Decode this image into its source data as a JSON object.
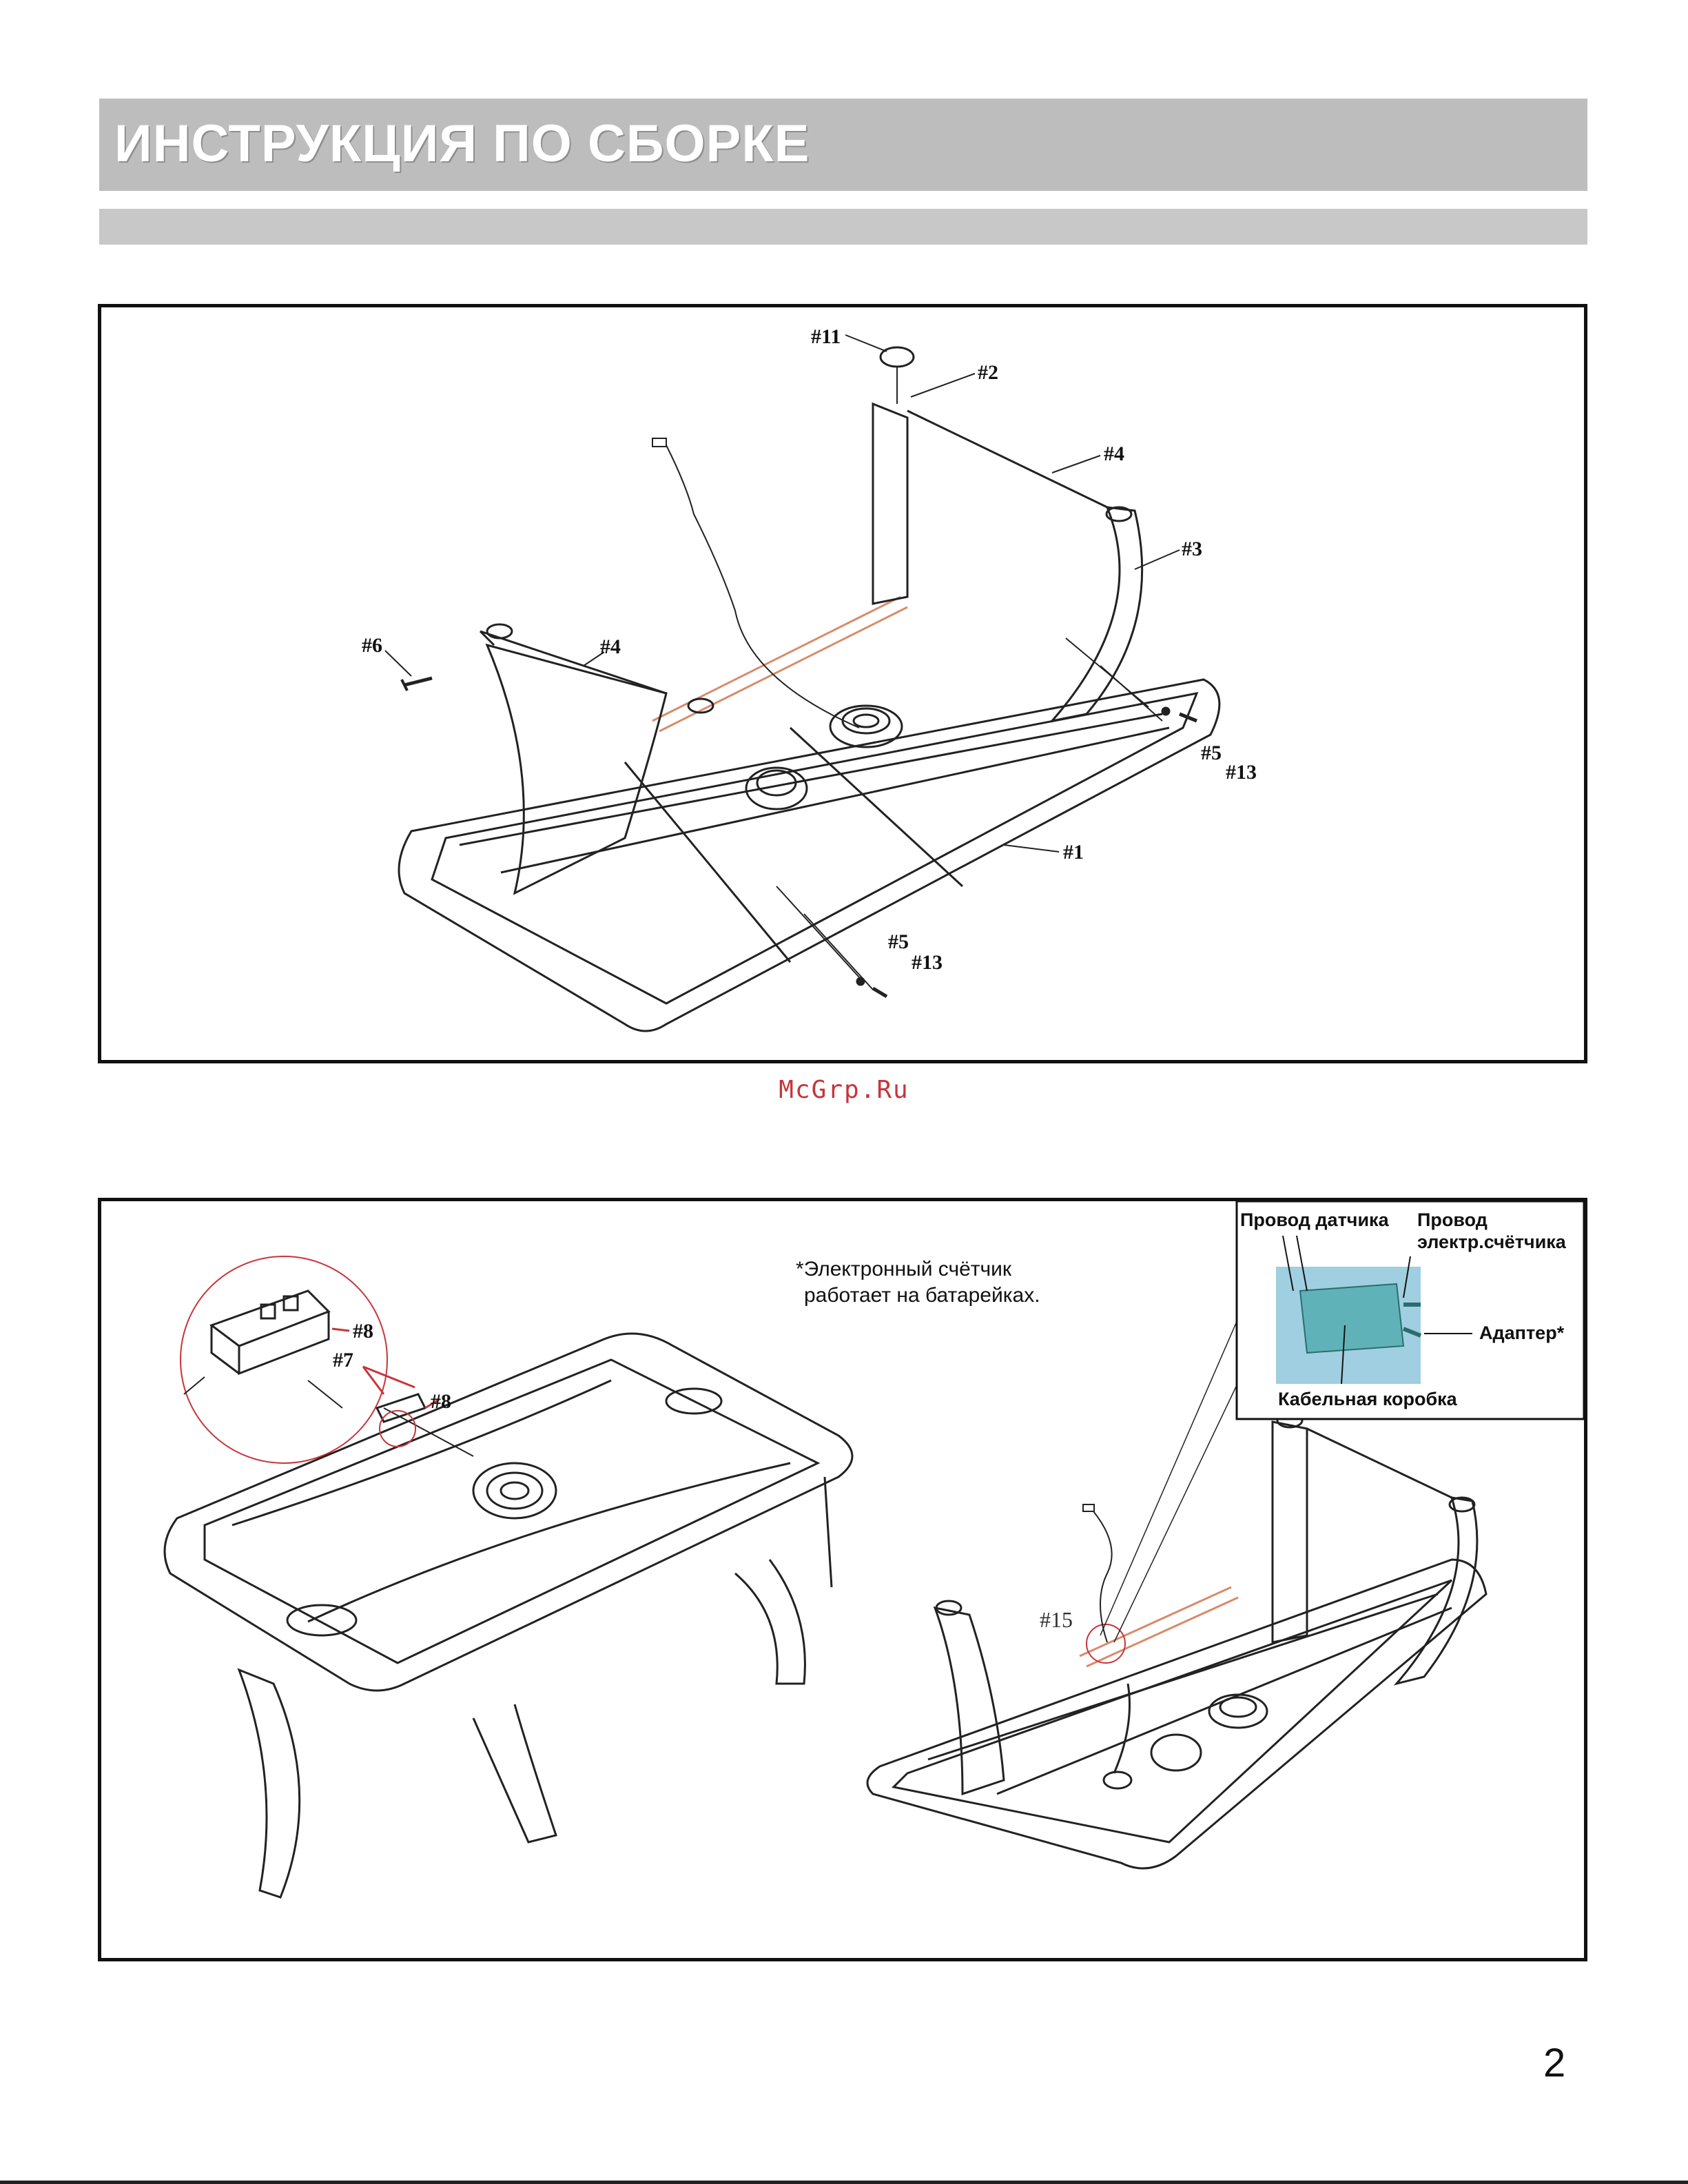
{
  "header": {
    "title": "ИНСТРУКЦИЯ ПО СБОРКЕ"
  },
  "figure1": {
    "labels": {
      "p11": "#11",
      "p2": "#2",
      "p4a": "#4",
      "p3": "#3",
      "p6": "#6",
      "p4b": "#4",
      "p5a": "#5",
      "p13a": "#13",
      "p1": "#1",
      "p5b": "#5",
      "p13b": "#13"
    }
  },
  "watermark": "McGrp.Ru",
  "figure2": {
    "note_line1": "*Электронный счётчик",
    "note_line2": "работает на батарейках.",
    "labels": {
      "p8a": "#8",
      "p7": "#7",
      "p8b": "#8",
      "p15": "#15"
    },
    "inset": {
      "sensor_wire": "Провод датчика",
      "counter_wire_1": "Провод",
      "counter_wire_2": "электр.счётчика",
      "adapter": "Адаптер*",
      "junction_box": "Кабельная коробка",
      "box_color": "#5fb3b8"
    }
  },
  "page_number": "2",
  "colors": {
    "title_bar": "#bdbdbd",
    "accent_red": "#c8343a",
    "part_highlight": "#d98a6a"
  }
}
